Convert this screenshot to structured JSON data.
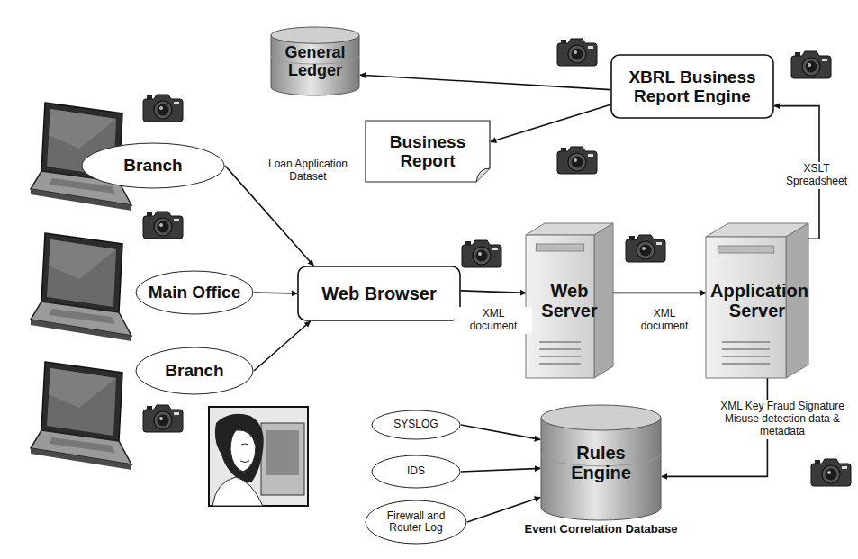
{
  "diagram": {
    "nodes": [
      {
        "text": [
          "General Ledger"
        ]
      },
      {
        "text": [
          "XBRL Business Report Engine"
        ]
      },
      {
        "text": [
          "Business Report"
        ]
      },
      {
        "text": [
          "Branch"
        ]
      },
      {
        "text": [
          "Main Office"
        ]
      },
      {
        "text": [
          "Web Browser"
        ]
      },
      {
        "text": [
          "Web Server"
        ]
      },
      {
        "text": [
          "Application Server"
        ]
      },
      {
        "text": [
          "Branch"
        ]
      },
      {
        "text": [
          "SYSLOG"
        ]
      },
      {
        "text": [
          "IDS"
        ]
      },
      {
        "text": [
          "Firewall and Router Log"
        ]
      },
      {
        "text": [
          "Rules Engine",
          "Event Correlation Database"
        ]
      }
    ],
    "edges": [
      {
        "from": 1,
        "to": 0,
        "arrow": "to"
      },
      {
        "from": 1,
        "to": 2,
        "arrow": "to"
      },
      {
        "from": 7,
        "to": 1,
        "arrow": "to",
        "label": "XSLT Spreadsheet"
      },
      {
        "from": 3,
        "to": 5,
        "arrow": "to",
        "label": "Loan Application Dataset"
      },
      {
        "from": 4,
        "to": 5,
        "arrow": "to"
      },
      {
        "from": 8,
        "to": 5,
        "arrow": "to"
      },
      {
        "from": 5,
        "to": 6,
        "arrow": "to",
        "label": "XML document"
      },
      {
        "from": 6,
        "to": 7,
        "arrow": "to",
        "label": "XML document"
      },
      {
        "from": 7,
        "to": 12,
        "arrow": "to",
        "label": "XML Key Fraud Signature Misuse detection data & metadata"
      },
      {
        "from": 9,
        "to": 12,
        "arrow": "to"
      },
      {
        "from": 10,
        "to": 12,
        "arrow": "to"
      },
      {
        "from": 11,
        "to": 12,
        "arrow": "to"
      }
    ]
  }
}
